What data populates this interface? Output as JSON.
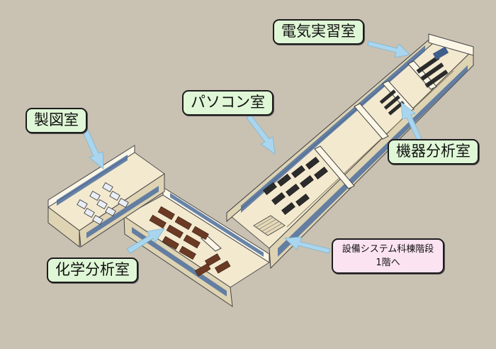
{
  "labels": {
    "electrical_lab": "電気実習室",
    "pc_room": "パソコン室",
    "drafting_room": "製図室",
    "instrument_analysis_room": "機器分析室",
    "chemical_analysis_room": "化学分析室",
    "stairs_line1": "設備システム科棟階段",
    "stairs_line2": "1階へ"
  },
  "colors": {
    "background": "#c9c1b2",
    "label_green": "#dff7d6",
    "label_pink": "#fbe3f2",
    "arrow": "#a9d6ee",
    "floor": "#f3e9cf",
    "wall_top": "#fbf6e6",
    "wall_face": "#ded3b3",
    "desk_brown": "#6b3a24",
    "monitor_dark": "#2b2b2b",
    "window_blue": "#4e6e9e"
  }
}
